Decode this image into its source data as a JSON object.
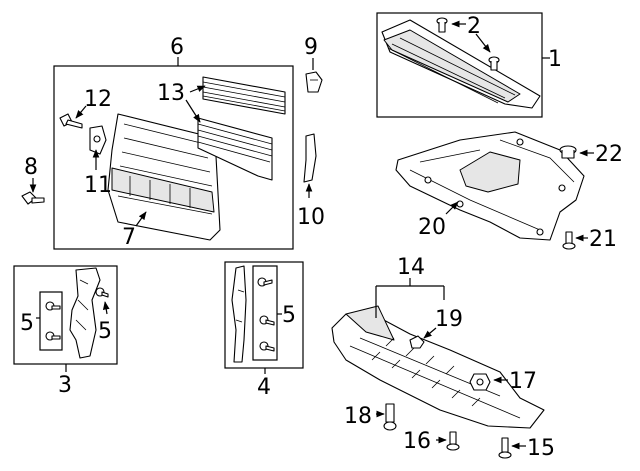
{
  "diagram": {
    "callouts": {
      "c1": "1",
      "c2": "2",
      "c3": "3",
      "c4": "4",
      "c5a": "5",
      "c5b": "5",
      "c5c": "5",
      "c6": "6",
      "c7": "7",
      "c8": "8",
      "c9": "9",
      "c10": "10",
      "c11": "11",
      "c12": "12",
      "c13": "13",
      "c14": "14",
      "c15": "15",
      "c16": "16",
      "c17": "17",
      "c18": "18",
      "c19": "19",
      "c20": "20",
      "c21": "21",
      "c22": "22"
    }
  }
}
